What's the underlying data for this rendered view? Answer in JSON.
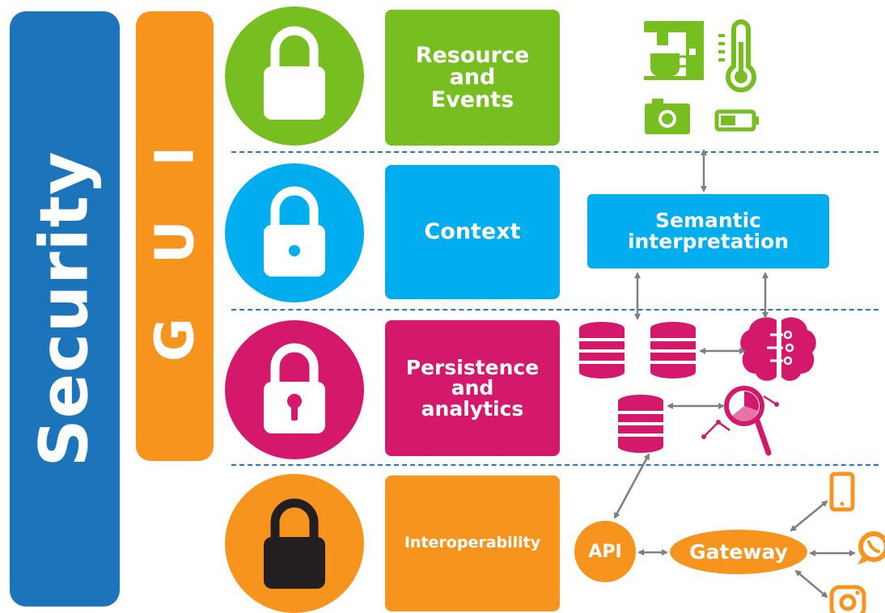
{
  "security": {
    "label": "Security"
  },
  "gui": {
    "label": "G U I"
  },
  "layers": [
    {
      "lines": [
        "Resource",
        "and",
        "Events"
      ]
    },
    {
      "lines": [
        "Context"
      ]
    },
    {
      "lines": [
        "Persistence",
        "and",
        "analytics"
      ]
    },
    {
      "lines": [
        "Interoperability"
      ]
    }
  ],
  "semantic": {
    "line1": "Semantic",
    "line2": "interpretation"
  },
  "api": {
    "label": "API"
  },
  "gateway": {
    "label": "Gateway"
  },
  "colors": {
    "security": "#1c74bb",
    "gui": "#f7941d",
    "resource": "#77bf21",
    "context": "#00aeef",
    "persistence": "#d4196d",
    "interop": "#f7941d"
  },
  "icons": {
    "resource_devices": [
      "coffee-machine-icon",
      "thermometer-icon",
      "camera-icon",
      "battery-icon"
    ],
    "persistence": [
      "database-icon",
      "brain-icon",
      "analytics-magnifier-icon"
    ],
    "interop_clients": [
      "smartphone-icon",
      "whatsapp-icon",
      "instagram-icon"
    ]
  }
}
